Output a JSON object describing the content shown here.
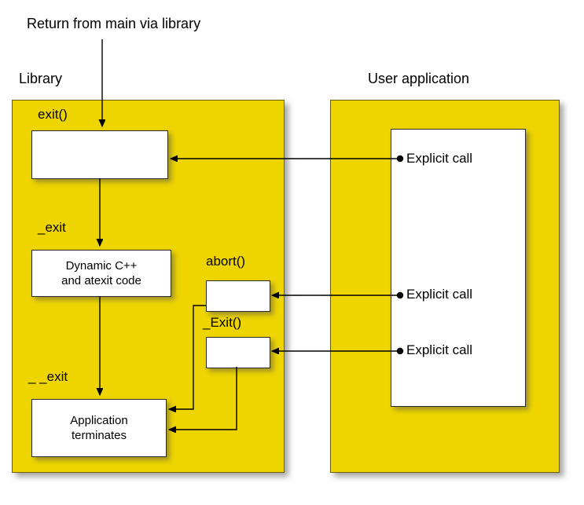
{
  "title": "Return from main via library",
  "library": {
    "label": "Library",
    "exit_label": "exit()",
    "underscore_exit_label": "_exit",
    "dynamic_box_line1": "Dynamic C++",
    "dynamic_box_line2": "and atexit code",
    "double_underscore_exit_label": "_ _exit",
    "terminate_box_line1": "Application",
    "terminate_box_line2": "terminates",
    "abort_label": "abort()",
    "capital_exit_label": "_Exit()"
  },
  "user_application": {
    "label": "User application",
    "calls": [
      {
        "label": "Explicit call"
      },
      {
        "label": "Explicit call"
      },
      {
        "label": "Explicit call"
      }
    ]
  },
  "colors": {
    "panel_yellow": "#EFD500",
    "box_white": "#FFFFFF",
    "arrow_black": "#000000"
  }
}
